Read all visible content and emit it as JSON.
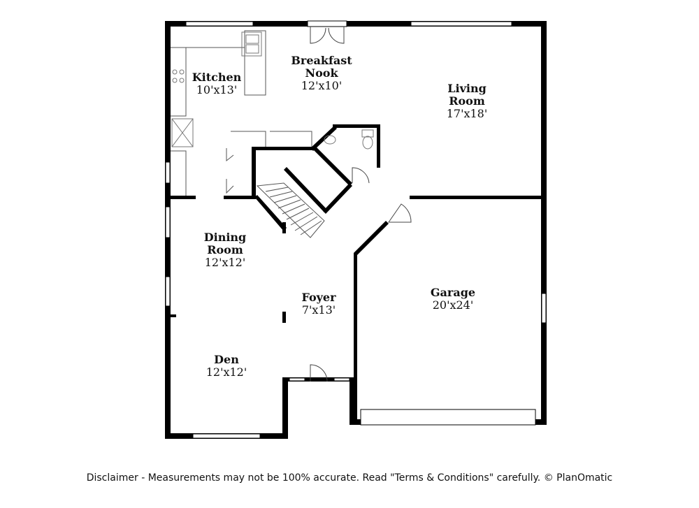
{
  "rooms": {
    "kitchen": {
      "name": "Kitchen",
      "dims": "10'x13'"
    },
    "breakfast": {
      "name_line1": "Breakfast",
      "name_line2": "Nook",
      "dims": "12'x10'"
    },
    "living": {
      "name_line1": "Living",
      "name_line2": "Room",
      "dims": "17'x18'"
    },
    "dining": {
      "name_line1": "Dining",
      "name_line2": "Room",
      "dims": "12'x12'"
    },
    "foyer": {
      "name": "Foyer",
      "dims": "7'x13'"
    },
    "garage": {
      "name": "Garage",
      "dims": "20'x24'"
    },
    "den": {
      "name": "Den",
      "dims": "12'x12'"
    }
  },
  "disclaimer": "Disclaimer - Measurements may not be 100% accurate. Read \"Terms & Conditions\" carefully. © PlanOmatic"
}
